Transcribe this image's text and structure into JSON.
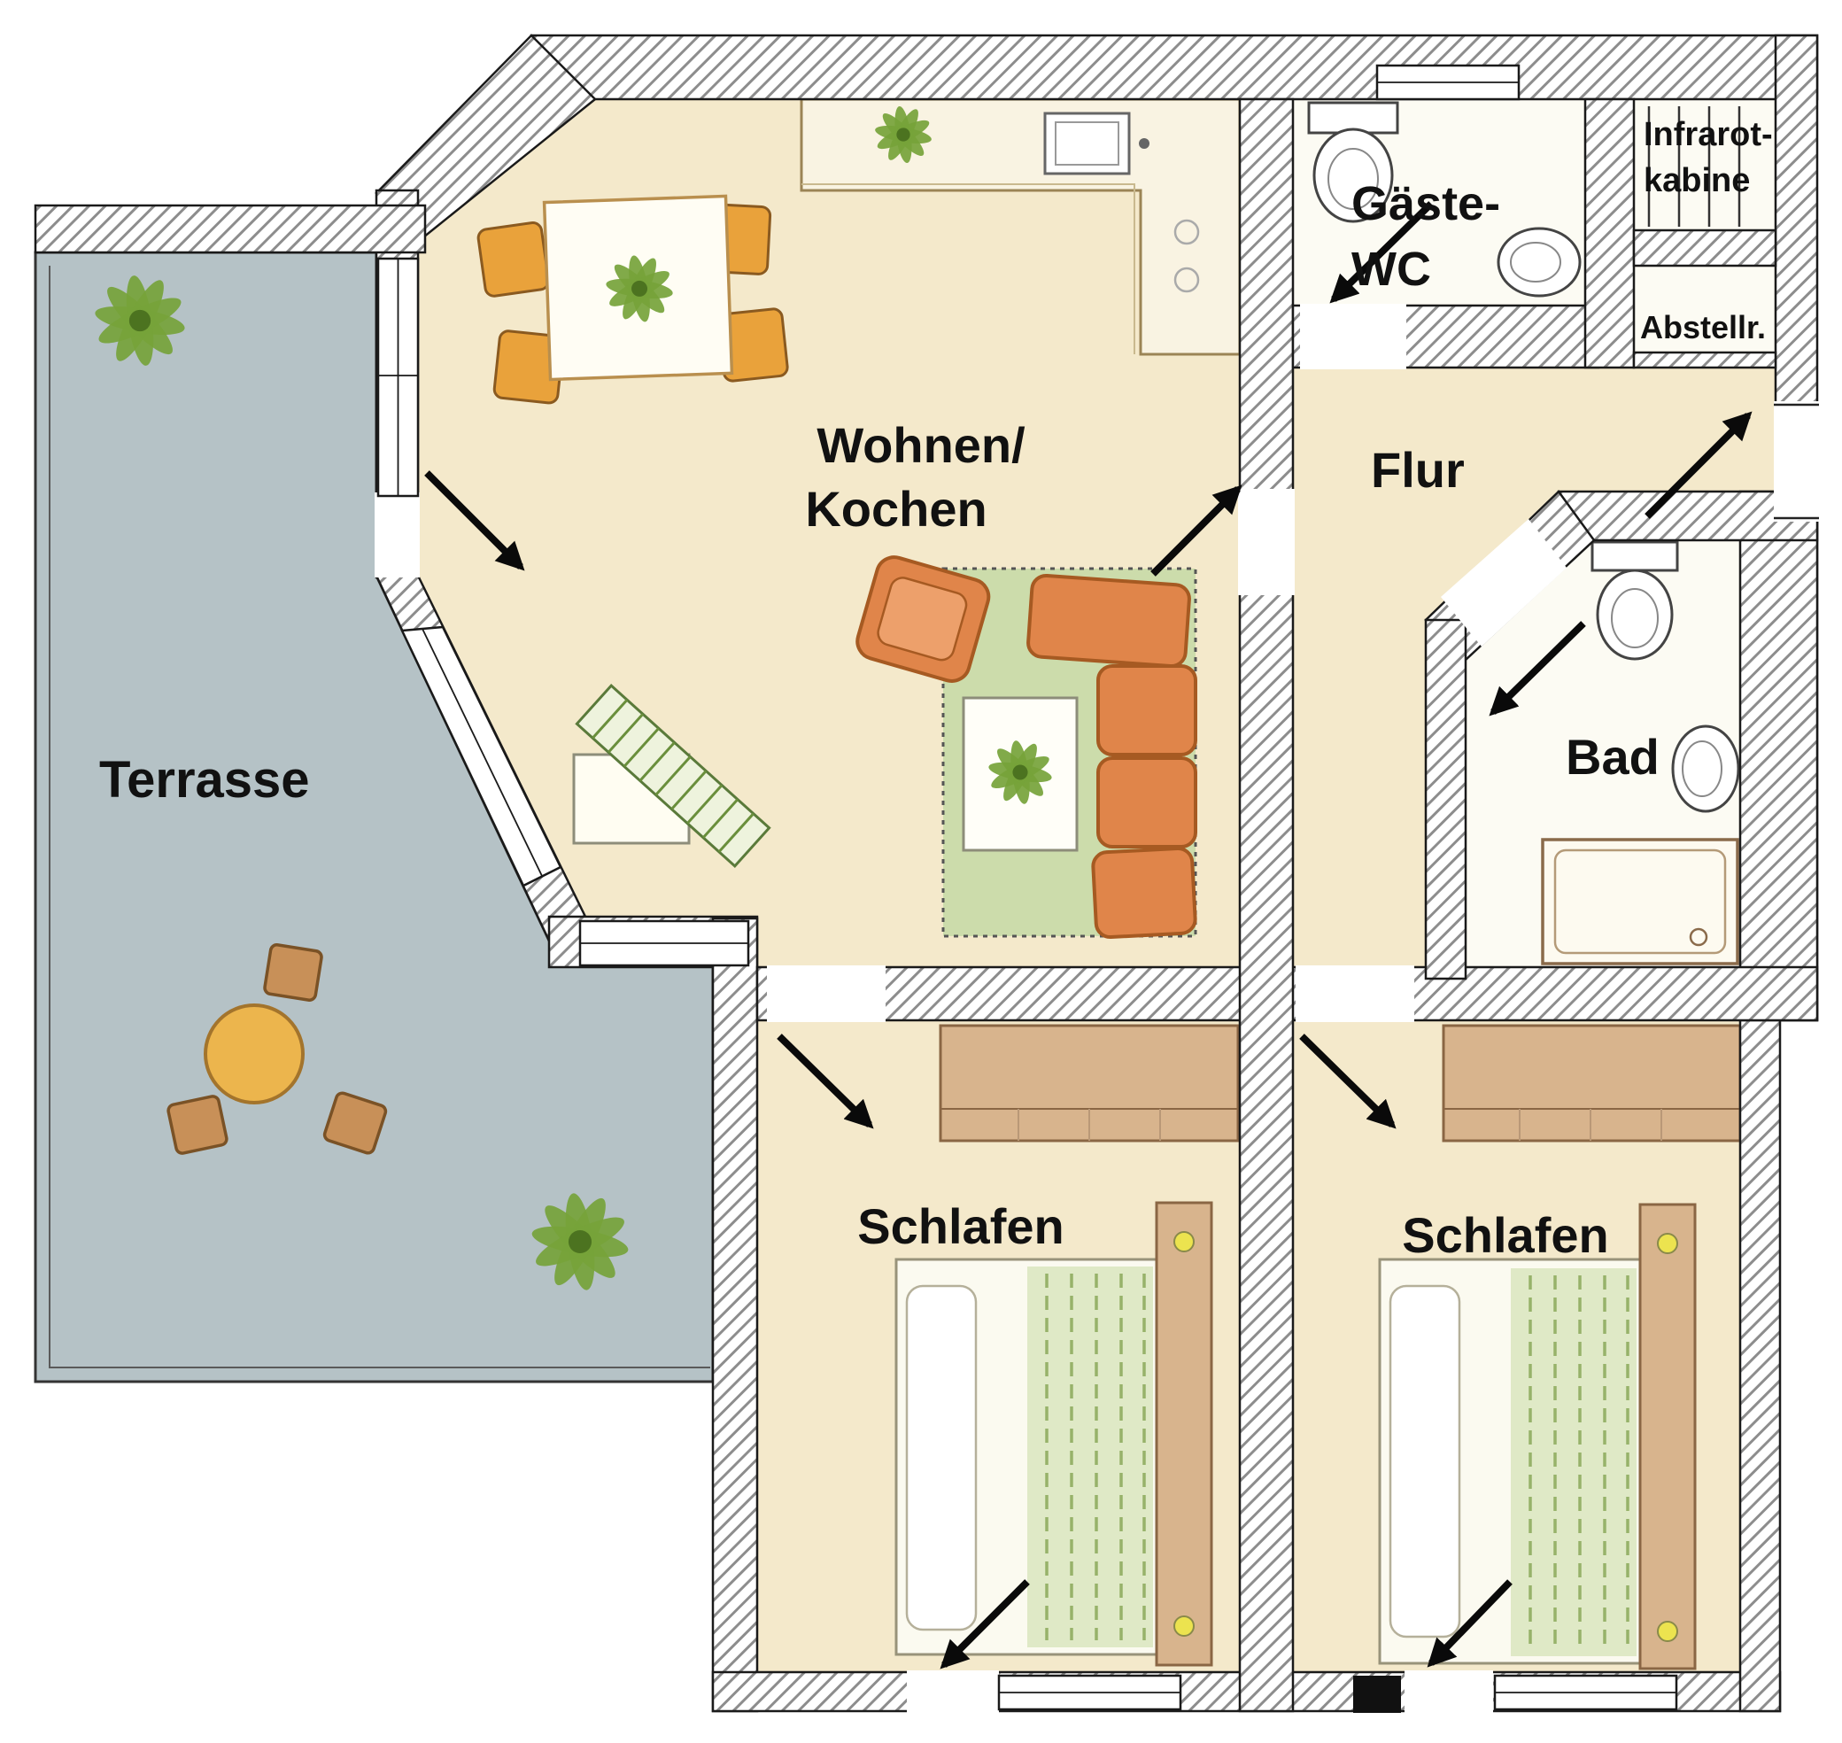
{
  "floorplan": {
    "labels": {
      "terrasse": "Terrasse",
      "wohnen_line1": "Wohnen/",
      "wohnen_line2": "Kochen",
      "gaeste_wc_line1": "Gäste-",
      "gaeste_wc_line2": "WC",
      "infrarot_line1": "Infrarot-",
      "infrarot_line2": "kabine",
      "abstellraum": "Abstellr.",
      "flur": "Flur",
      "bad": "Bad",
      "schlafen_links": "Schlafen",
      "schlafen_rechts": "Schlafen"
    },
    "colors": {
      "floor": "#f4e9cb",
      "terrace": "#b5c2c6",
      "wet_room": "#fcfbf3",
      "accent_red": "#e8231e",
      "rug_green": "#ccdcab",
      "sofa_orange": "#e0854a",
      "chair_orange": "#e9a23b",
      "wood_light": "#d8b48d",
      "wood_mid": "#c89058",
      "table_yellow": "#ecb54d",
      "plant_green": "#76a33a"
    }
  }
}
